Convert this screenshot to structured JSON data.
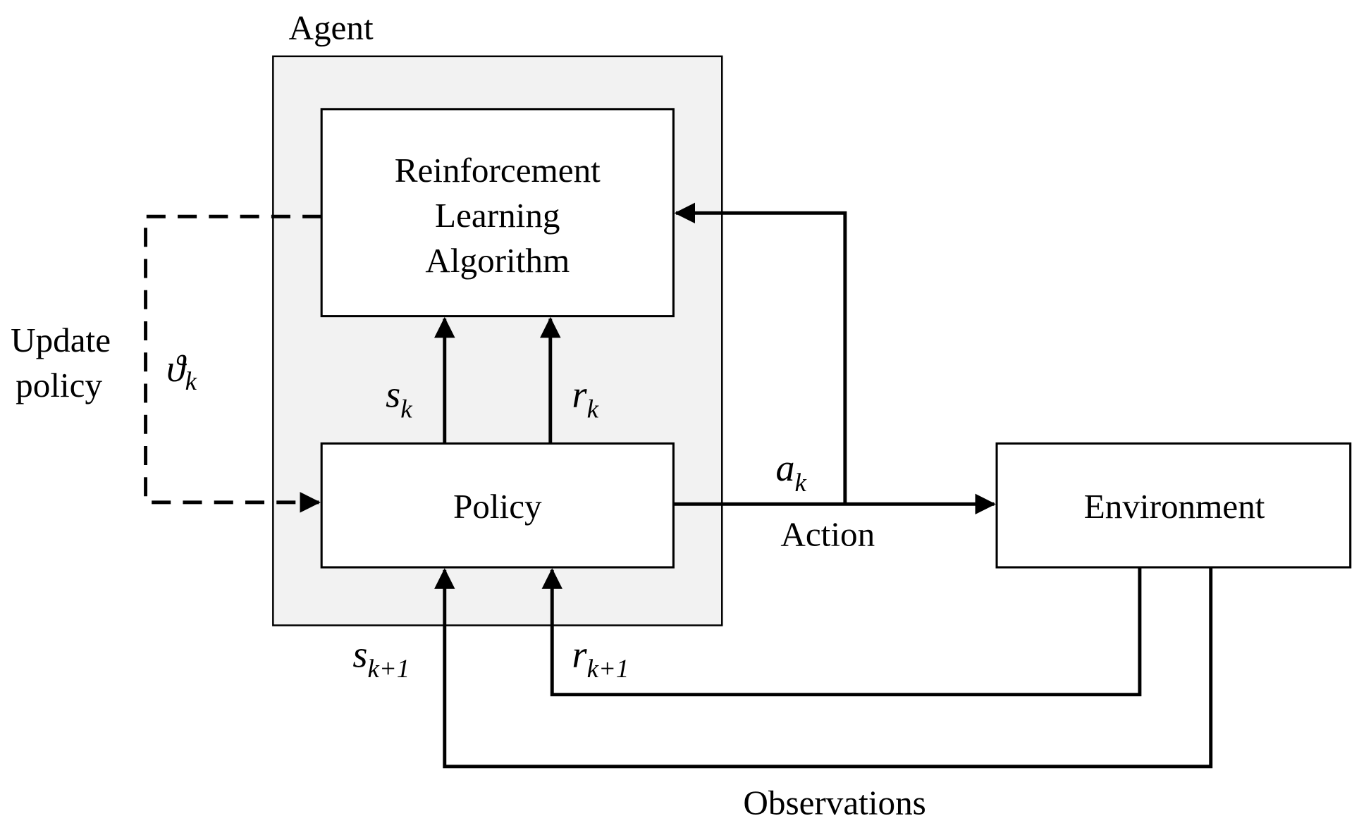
{
  "agent": {
    "title": "Agent",
    "fill": "#f2f2f2"
  },
  "rl_block": {
    "lines": [
      "Reinforcement",
      "Learning",
      "Algorithm"
    ]
  },
  "policy_block": {
    "label": "Policy"
  },
  "environment_block": {
    "label": "Environment"
  },
  "update_policy": {
    "lines": [
      "Update",
      "policy"
    ],
    "symbol": "ϑ",
    "subscript": "k"
  },
  "state_to_rl": {
    "symbol": "s",
    "subscript": "k"
  },
  "reward_to_rl": {
    "symbol": "r",
    "subscript": "k"
  },
  "action": {
    "symbol": "a",
    "subscript": "k",
    "label": "Action"
  },
  "next_state": {
    "symbol": "s",
    "subscript": "k+1"
  },
  "next_reward": {
    "symbol": "r",
    "subscript": "k+1"
  },
  "observations": {
    "label": "Observations"
  }
}
